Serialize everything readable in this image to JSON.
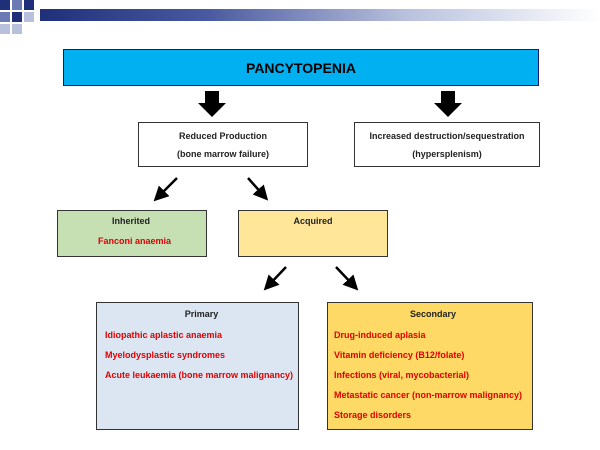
{
  "title": "PANCYTOPENIA",
  "reduced": {
    "line1": "Reduced Production",
    "line2": "(bone marrow failure)"
  },
  "increased": {
    "line1": "Increased destruction/sequestration",
    "line2": "(hypersplenism)"
  },
  "inherited": {
    "heading": "Inherited",
    "items": [
      "Fanconi anaemia"
    ]
  },
  "acquired": {
    "heading": "Acquired"
  },
  "primary": {
    "heading": "Primary",
    "items": [
      "Idiopathic aplastic anaemia",
      "Myelodysplastic syndromes",
      "Acute leukaemia (bone marrow malignancy)"
    ]
  },
  "secondary": {
    "heading": "Secondary",
    "items": [
      "Drug-induced aplasia",
      "Vitamin deficiency (B12/folate)",
      "Infections (viral, mycobacterial)",
      "Metastatic cancer (non-marrow malignancy)",
      "Storage disorders"
    ]
  },
  "colors": {
    "title_bg": "#00b0f0",
    "inherited_bg": "#c6e0b4",
    "acquired_bg": "#ffe699",
    "primary_bg": "#dce6f2",
    "secondary_bg": "#ffd966",
    "item_text": "#e00000"
  }
}
